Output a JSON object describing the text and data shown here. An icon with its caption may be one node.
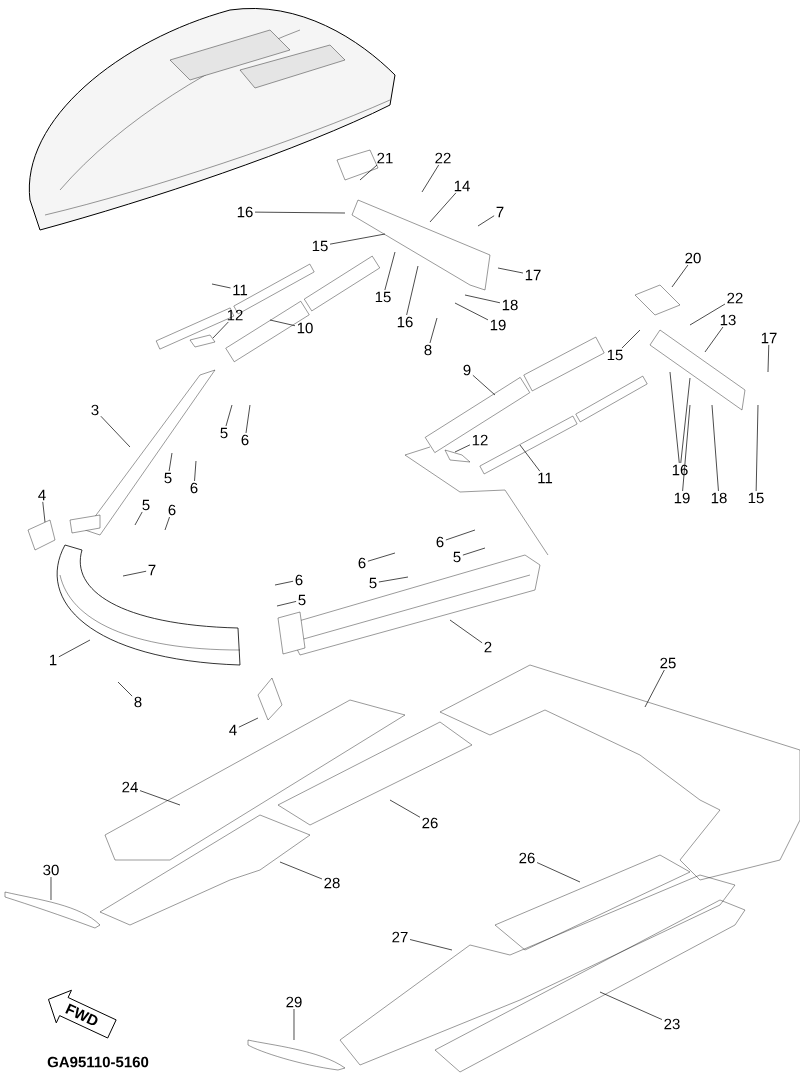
{
  "diagram": {
    "nodes": [
      {
        "text": [
          "21"
        ]
      },
      {
        "text": [
          "22"
        ]
      },
      {
        "text": [
          "14"
        ]
      },
      {
        "text": [
          "16"
        ]
      },
      {
        "text": [
          "7"
        ]
      },
      {
        "text": [
          "15"
        ]
      },
      {
        "text": [
          "17"
        ]
      },
      {
        "text": [
          "15"
        ]
      },
      {
        "text": [
          "16"
        ]
      },
      {
        "text": [
          "18"
        ]
      },
      {
        "text": [
          "19"
        ]
      },
      {
        "text": [
          "8"
        ]
      },
      {
        "text": [
          "11"
        ]
      },
      {
        "text": [
          "12"
        ]
      },
      {
        "text": [
          "10"
        ]
      },
      {
        "text": [
          "20"
        ]
      },
      {
        "text": [
          "22"
        ]
      },
      {
        "text": [
          "13"
        ]
      },
      {
        "text": [
          "17"
        ]
      },
      {
        "text": [
          "15"
        ]
      },
      {
        "text": [
          "9"
        ]
      },
      {
        "text": [
          "12"
        ]
      },
      {
        "text": [
          "11"
        ]
      },
      {
        "text": [
          "16"
        ]
      },
      {
        "text": [
          "19"
        ]
      },
      {
        "text": [
          "18"
        ]
      },
      {
        "text": [
          "15"
        ]
      },
      {
        "text": [
          "3"
        ]
      },
      {
        "text": [
          "5"
        ]
      },
      {
        "text": [
          "6"
        ]
      },
      {
        "text": [
          "5"
        ]
      },
      {
        "text": [
          "6"
        ]
      },
      {
        "text": [
          "4"
        ]
      },
      {
        "text": [
          "5"
        ]
      },
      {
        "text": [
          "6"
        ]
      },
      {
        "text": [
          "7"
        ]
      },
      {
        "text": [
          "6"
        ]
      },
      {
        "text": [
          "5"
        ]
      },
      {
        "text": [
          "6"
        ]
      },
      {
        "text": [
          "5"
        ]
      },
      {
        "text": [
          "6"
        ]
      },
      {
        "text": [
          "5"
        ]
      },
      {
        "text": [
          "2"
        ]
      },
      {
        "text": [
          "1"
        ]
      },
      {
        "text": [
          "8"
        ]
      },
      {
        "text": [
          "4"
        ]
      },
      {
        "text": [
          "25"
        ]
      },
      {
        "text": [
          "24"
        ]
      },
      {
        "text": [
          "26"
        ]
      },
      {
        "text": [
          "28"
        ]
      },
      {
        "text": [
          "26"
        ]
      },
      {
        "text": [
          "30"
        ]
      },
      {
        "text": [
          "27"
        ]
      },
      {
        "text": [
          "29"
        ]
      },
      {
        "text": [
          "23"
        ]
      }
    ],
    "edges": [
      {
        "from": 0,
        "to": null,
        "arrow": "none"
      },
      {
        "from": 1,
        "to": null,
        "arrow": "none"
      },
      {
        "from": 2,
        "to": null,
        "arrow": "none"
      },
      {
        "from": 3,
        "to": null,
        "arrow": "none"
      },
      {
        "from": 4,
        "to": null,
        "arrow": "none"
      },
      {
        "from": 5,
        "to": null,
        "arrow": "none"
      },
      {
        "from": 6,
        "to": null,
        "arrow": "none"
      },
      {
        "from": 7,
        "to": null,
        "arrow": "none"
      },
      {
        "from": 8,
        "to": null,
        "arrow": "none"
      },
      {
        "from": 9,
        "to": null,
        "arrow": "none"
      },
      {
        "from": 10,
        "to": null,
        "arrow": "none"
      },
      {
        "from": 11,
        "to": null,
        "arrow": "none"
      },
      {
        "from": 12,
        "to": null,
        "arrow": "none"
      },
      {
        "from": 13,
        "to": null,
        "arrow": "none"
      },
      {
        "from": 14,
        "to": null,
        "arrow": "none"
      },
      {
        "from": 15,
        "to": null,
        "arrow": "none"
      },
      {
        "from": 16,
        "to": null,
        "arrow": "none"
      },
      {
        "from": 17,
        "to": null,
        "arrow": "none"
      },
      {
        "from": 18,
        "to": null,
        "arrow": "none"
      },
      {
        "from": 19,
        "to": null,
        "arrow": "none"
      },
      {
        "from": 20,
        "to": null,
        "arrow": "none"
      },
      {
        "from": 21,
        "to": null,
        "arrow": "none"
      },
      {
        "from": 22,
        "to": null,
        "arrow": "none"
      },
      {
        "from": 23,
        "to": null,
        "arrow": "none"
      },
      {
        "from": 23,
        "to": null,
        "arrow": "none"
      },
      {
        "from": 24,
        "to": null,
        "arrow": "none"
      },
      {
        "from": 25,
        "to": null,
        "arrow": "none"
      },
      {
        "from": 26,
        "to": null,
        "arrow": "none"
      },
      {
        "from": 27,
        "to": null,
        "arrow": "none"
      },
      {
        "from": 28,
        "to": null,
        "arrow": "none"
      },
      {
        "from": 29,
        "to": null,
        "arrow": "none"
      },
      {
        "from": 30,
        "to": null,
        "arrow": "none"
      },
      {
        "from": 31,
        "to": null,
        "arrow": "none"
      },
      {
        "from": 32,
        "to": null,
        "arrow": "none"
      },
      {
        "from": 33,
        "to": null,
        "arrow": "none"
      },
      {
        "from": 34,
        "to": null,
        "arrow": "none"
      },
      {
        "from": 35,
        "to": null,
        "arrow": "none"
      },
      {
        "from": 36,
        "to": null,
        "arrow": "none"
      },
      {
        "from": 37,
        "to": null,
        "arrow": "none"
      },
      {
        "from": 38,
        "to": null,
        "arrow": "none"
      },
      {
        "from": 39,
        "to": null,
        "arrow": "none"
      },
      {
        "from": 40,
        "to": null,
        "arrow": "none"
      },
      {
        "from": 41,
        "to": null,
        "arrow": "none"
      },
      {
        "from": 42,
        "to": null,
        "arrow": "none"
      },
      {
        "from": 43,
        "to": null,
        "arrow": "none"
      },
      {
        "from": 44,
        "to": null,
        "arrow": "none"
      },
      {
        "from": 45,
        "to": null,
        "arrow": "none"
      },
      {
        "from": 46,
        "to": null,
        "arrow": "none"
      },
      {
        "from": 47,
        "to": null,
        "arrow": "none"
      },
      {
        "from": 48,
        "to": null,
        "arrow": "none"
      },
      {
        "from": 49,
        "to": null,
        "arrow": "none"
      },
      {
        "from": 50,
        "to": null,
        "arrow": "none"
      },
      {
        "from": 51,
        "to": null,
        "arrow": "none"
      },
      {
        "from": 52,
        "to": null,
        "arrow": "none"
      },
      {
        "from": 53,
        "to": null,
        "arrow": "none"
      },
      {
        "from": 54,
        "to": null,
        "arrow": "none"
      }
    ],
    "labels": [
      "FWD",
      "GA95110-5160"
    ]
  }
}
